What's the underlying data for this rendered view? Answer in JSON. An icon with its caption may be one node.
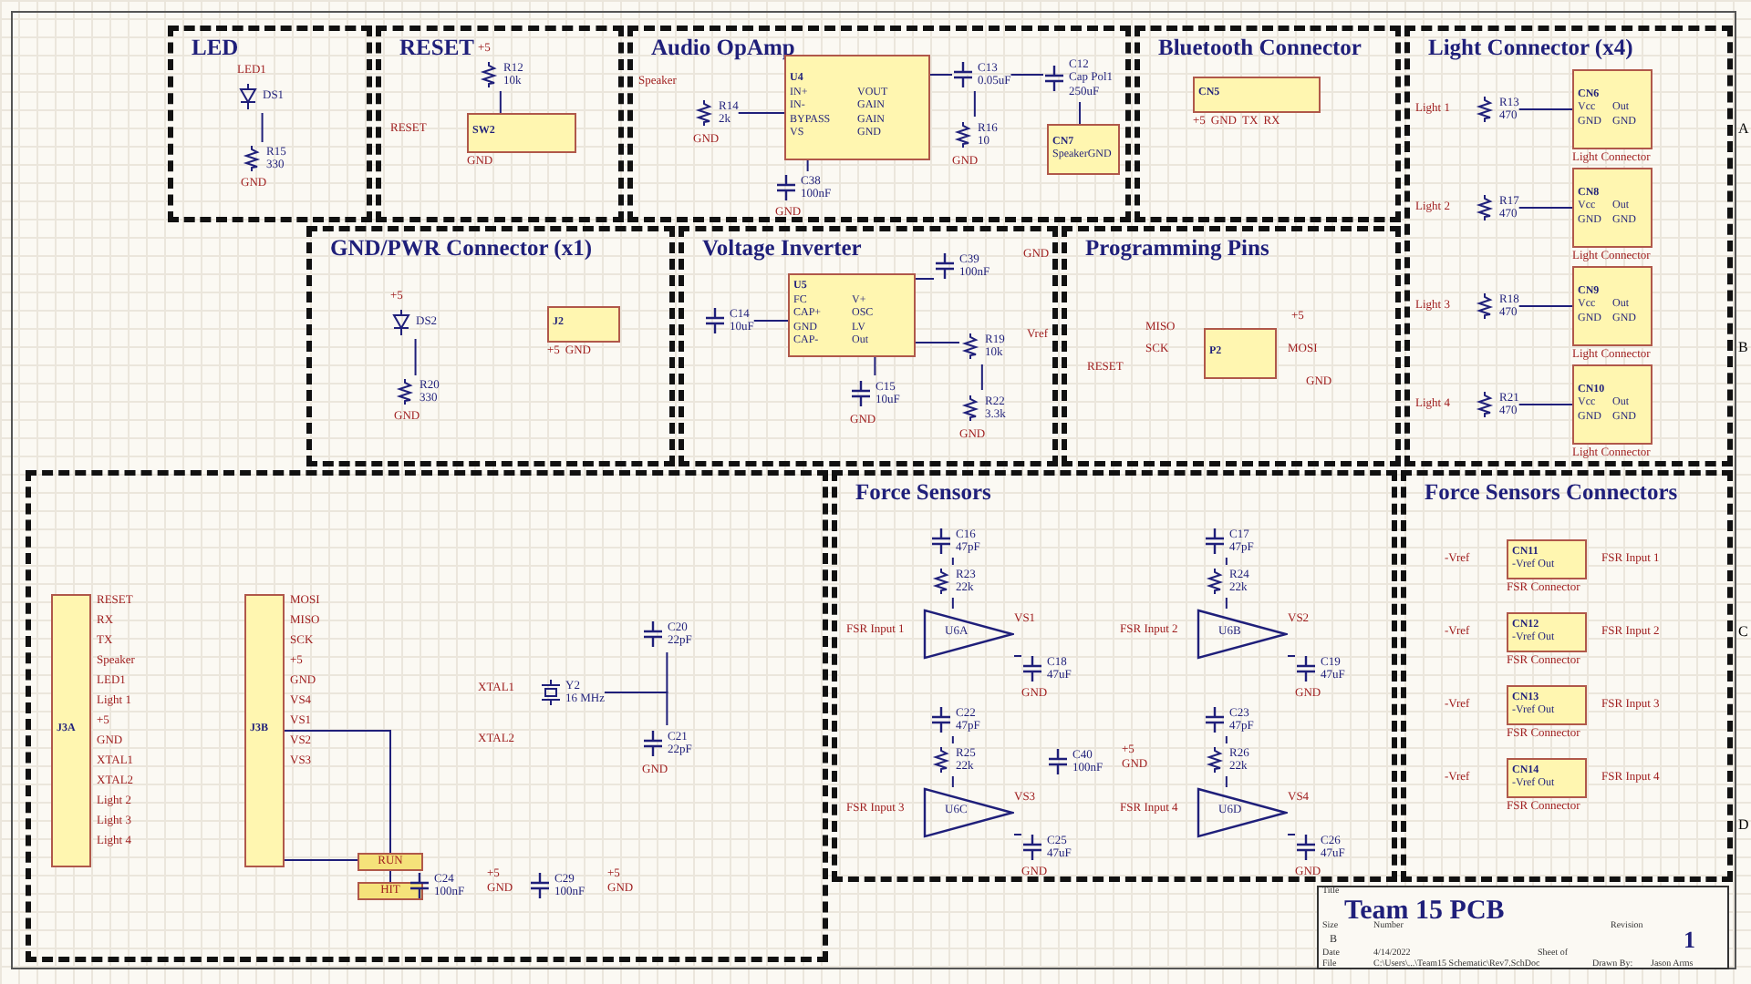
{
  "diagram": {
    "title": "Team 15 PCB",
    "nodes": [
      {
        "text": [
          "LED"
        ]
      },
      {
        "text": [
          "RESET"
        ]
      },
      {
        "text": [
          "Audio OpAmp"
        ]
      },
      {
        "text": [
          "Bluetooth Connector"
        ]
      },
      {
        "text": [
          "Light Connector (x4)"
        ]
      },
      {
        "text": [
          "GND/PWR Connector (x1)"
        ]
      },
      {
        "text": [
          "Voltage Inverter"
        ]
      },
      {
        "text": [
          "Programming Pins"
        ]
      },
      {
        "text": [],
        "shape": "box"
      },
      {
        "text": [
          "Force Sensors"
        ]
      },
      {
        "text": [
          "Force Sensors Connectors"
        ]
      },
      {
        "text": [
          "DS1"
        ],
        "in": 0,
        "beside": [
          "LED1"
        ]
      },
      {
        "text": [
          "R15",
          "330"
        ],
        "in": 0,
        "beside": [
          "GND"
        ]
      },
      {
        "text": [
          "R12",
          "10k"
        ],
        "in": 1,
        "beside": [
          "+5"
        ]
      },
      {
        "text": [
          "SW2"
        ],
        "in": 1,
        "beside": [
          "GND"
        ]
      },
      {
        "text": [
          "R14",
          "2k"
        ],
        "in": 2,
        "beside": [
          "GND"
        ]
      },
      {
        "text": [
          "U4",
          "IN+",
          "VOUT",
          "IN-",
          "GAIN",
          "BYPASS",
          "GAIN",
          "VS",
          "GND"
        ],
        "in": 2
      },
      {
        "text": [
          "C38",
          "100nF"
        ],
        "in": 2,
        "beside": [
          "GND"
        ]
      },
      {
        "text": [
          "C13",
          "0.05uF"
        ],
        "in": 2
      },
      {
        "text": [
          "R16",
          "10"
        ],
        "in": 2,
        "beside": [
          "GND"
        ]
      },
      {
        "text": [
          "C12",
          "Cap Pol1",
          "250uF"
        ],
        "in": 2
      },
      {
        "text": [
          "CN7",
          "Speaker",
          "GND"
        ],
        "in": 2
      },
      {
        "text": [
          "CN5"
        ],
        "in": 3,
        "beside": [
          "+5",
          "GND",
          "TX",
          "RX"
        ]
      },
      {
        "text": [
          "R13",
          "470"
        ],
        "in": 4
      },
      {
        "text": [
          "R17",
          "470"
        ],
        "in": 4
      },
      {
        "text": [
          "R18",
          "470"
        ],
        "in": 4
      },
      {
        "text": [
          "R21",
          "470"
        ],
        "in": 4
      },
      {
        "text": [
          "CN6",
          "Vcc",
          "Out",
          "GND",
          "GND"
        ],
        "in": 4,
        "beside": [
          "Light Connector"
        ]
      },
      {
        "text": [
          "CN8",
          "Vcc",
          "Out",
          "GND",
          "GND"
        ],
        "in": 4,
        "beside": [
          "Light Connector"
        ]
      },
      {
        "text": [
          "CN9",
          "Vcc",
          "Out",
          "GND",
          "GND"
        ],
        "in": 4,
        "beside": [
          "Light Connector"
        ]
      },
      {
        "text": [
          "CN10",
          "Vcc",
          "Out",
          "GND",
          "GND"
        ],
        "in": 4,
        "beside": [
          "Light Connector"
        ]
      },
      {
        "text": [
          "DS2"
        ],
        "in": 5,
        "beside": [
          "+5"
        ]
      },
      {
        "text": [
          "R20",
          "330"
        ],
        "in": 5,
        "beside": [
          "GND"
        ]
      },
      {
        "text": [
          "J2"
        ],
        "in": 5,
        "beside": [
          "+5",
          "GND"
        ]
      },
      {
        "text": [
          "U5",
          "FC",
          "V+",
          "CAP+",
          "OSC",
          "GND",
          "LV",
          "CAP-",
          "Out"
        ],
        "in": 6
      },
      {
        "text": [
          "C14",
          "10uF"
        ],
        "in": 6
      },
      {
        "text": [
          "C39",
          "100nF"
        ],
        "in": 6,
        "beside": [
          "GND"
        ]
      },
      {
        "text": [
          "C15",
          "10uF"
        ],
        "in": 6,
        "beside": [
          "GND"
        ]
      },
      {
        "text": [
          "R19",
          "10k"
        ],
        "in": 6,
        "beside": [
          "Vref"
        ]
      },
      {
        "text": [
          "R22",
          "3.3k"
        ],
        "in": 6,
        "beside": [
          "GND"
        ]
      },
      {
        "text": [
          "P2"
        ],
        "in": 7
      },
      {
        "text": [
          "J3A"
        ],
        "in": 8,
        "beside": [
          "RESET",
          "RX",
          "TX",
          "Speaker",
          "LED1",
          "Light 1",
          "+5",
          "GND",
          "XTAL1",
          "XTAL2",
          "Light 2",
          "Light 3",
          "Light 4"
        ]
      },
      {
        "text": [
          "J3B"
        ],
        "in": 8,
        "beside": [
          "MOSI",
          "MISO",
          "SCK",
          "+5",
          "GND",
          "VS4",
          "VS1",
          "VS2",
          "VS3"
        ]
      },
      {
        "text": [
          "RUN"
        ],
        "in": 8
      },
      {
        "text": [
          "HIT"
        ],
        "in": 8
      },
      {
        "text": [
          "Y2",
          "16 MHz"
        ],
        "in": 8
      },
      {
        "text": [
          "C20",
          "22pF"
        ],
        "in": 8
      },
      {
        "text": [
          "C21",
          "22pF"
        ],
        "in": 8,
        "beside": [
          "GND"
        ]
      },
      {
        "text": [
          "C24",
          "100nF"
        ],
        "in": 8,
        "beside": [
          "+5",
          "GND"
        ]
      },
      {
        "text": [
          "C29",
          "100nF"
        ],
        "in": 8,
        "beside": [
          "+5",
          "GND"
        ]
      },
      {
        "text": [
          "U6A"
        ],
        "in": 9
      },
      {
        "text": [
          "U6B"
        ],
        "in": 9
      },
      {
        "text": [
          "U6C"
        ],
        "in": 9
      },
      {
        "text": [
          "U6D"
        ],
        "in": 9
      },
      {
        "text": [
          "C16",
          "47pF"
        ],
        "in": 9
      },
      {
        "text": [
          "C17",
          "47pF"
        ],
        "in": 9
      },
      {
        "text": [
          "C22",
          "47pF"
        ],
        "in": 9
      },
      {
        "text": [
          "C23",
          "47pF"
        ],
        "in": 9
      },
      {
        "text": [
          "R23",
          "22k"
        ],
        "in": 9
      },
      {
        "text": [
          "R24",
          "22k"
        ],
        "in": 9
      },
      {
        "text": [
          "R25",
          "22k"
        ],
        "in": 9
      },
      {
        "text": [
          "R26",
          "22k"
        ],
        "in": 9
      },
      {
        "text": [
          "C18",
          "47uF"
        ],
        "in": 9,
        "beside": [
          "GND"
        ]
      },
      {
        "text": [
          "C19",
          "47uF"
        ],
        "in": 9,
        "beside": [
          "GND"
        ]
      },
      {
        "text": [
          "C25",
          "47uF"
        ],
        "in": 9,
        "beside": [
          "GND"
        ]
      },
      {
        "text": [
          "C26",
          "47uF"
        ],
        "in": 9,
        "beside": [
          "GND"
        ]
      },
      {
        "text": [
          "C40",
          "100nF"
        ],
        "in": 9,
        "beside": [
          "+5",
          "GND"
        ]
      },
      {
        "text": [
          "CN11",
          "-Vref Out"
        ],
        "in": 10,
        "beside": [
          "FSR Connector"
        ]
      },
      {
        "text": [
          "CN12",
          "-Vref Out"
        ],
        "in": 10,
        "beside": [
          "FSR Connector"
        ]
      },
      {
        "text": [
          "CN13",
          "-Vref Out"
        ],
        "in": 10,
        "beside": [
          "FSR Connector"
        ]
      },
      {
        "text": [
          "CN14",
          "-Vref Out"
        ],
        "in": 10,
        "beside": [
          "FSR Connector"
        ]
      },
      {
        "text": [
          "Title",
          "Size",
          "B",
          "Number",
          "Revision",
          "1",
          "Date",
          "4/14/2022",
          "Sheet of",
          "File",
          "C:\\Users\\...\\Team15 Schematic\\Rev7.SchDoc",
          "Drawn By:",
          "Jason Arms"
        ]
      }
    ],
    "edges": [
      {
        "from": 11,
        "to": 12,
        "arrow": "none"
      },
      {
        "from": 13,
        "to": 14,
        "arrow": "none"
      },
      {
        "from": 15,
        "to": 16,
        "arrow": "none"
      },
      {
        "from": 17,
        "to": 16,
        "arrow": "none"
      },
      {
        "from": 16,
        "to": 18,
        "arrow": "none"
      },
      {
        "from": 18,
        "to": 19,
        "arrow": "none"
      },
      {
        "from": 18,
        "to": 20,
        "arrow": "none"
      },
      {
        "from": 20,
        "to": 21,
        "arrow": "none"
      },
      {
        "from": 23,
        "to": 27,
        "arrow": "none"
      },
      {
        "from": 24,
        "to": 28,
        "arrow": "none"
      },
      {
        "from": 25,
        "to": 29,
        "arrow": "none"
      },
      {
        "from": 26,
        "to": 30,
        "arrow": "none"
      },
      {
        "from": 31,
        "to": 32,
        "arrow": "none"
      },
      {
        "from": 35,
        "to": 34,
        "arrow": "none"
      },
      {
        "from": 34,
        "to": 36,
        "arrow": "none"
      },
      {
        "from": 34,
        "to": 37,
        "arrow": "none"
      },
      {
        "from": 34,
        "to": 38,
        "arrow": "none"
      },
      {
        "from": 38,
        "to": 39,
        "arrow": "none"
      },
      {
        "from": 42,
        "to": 43,
        "arrow": "none"
      },
      {
        "from": 42,
        "to": 44,
        "arrow": "none"
      },
      {
        "from": 45,
        "to": 46,
        "arrow": "none"
      },
      {
        "from": 45,
        "to": 47,
        "arrow": "none"
      },
      {
        "from": 54,
        "to": 58,
        "arrow": "none"
      },
      {
        "from": 58,
        "to": 50,
        "arrow": "none"
      },
      {
        "from": 50,
        "to": 62,
        "arrow": "none"
      },
      {
        "from": 55,
        "to": 59,
        "arrow": "none"
      },
      {
        "from": 59,
        "to": 51,
        "arrow": "none"
      },
      {
        "from": 51,
        "to": 63,
        "arrow": "none"
      },
      {
        "from": 56,
        "to": 60,
        "arrow": "none"
      },
      {
        "from": 60,
        "to": 52,
        "arrow": "none"
      },
      {
        "from": 52,
        "to": 64,
        "arrow": "none"
      },
      {
        "from": 57,
        "to": 61,
        "arrow": "none"
      },
      {
        "from": 61,
        "to": 53,
        "arrow": "none"
      },
      {
        "from": 53,
        "to": 65,
        "arrow": "none"
      }
    ],
    "labels": [
      "RESET",
      "Speaker",
      "MISO",
      "SCK",
      "RESET",
      "MOSI",
      "+5",
      "GND",
      "Light 1",
      "Light 2",
      "Light 3",
      "Light 4",
      "XTAL1",
      "XTAL2",
      "FSR Input 1",
      "FSR Input 2",
      "FSR Input 3",
      "FSR Input 4",
      "VS1",
      "VS2",
      "VS3",
      "VS4",
      "-Vref",
      "-Vref",
      "-Vref",
      "-Vref",
      "FSR Input 1",
      "FSR Input 2",
      "FSR Input 3",
      "FSR Input 4",
      "A",
      "B",
      "C",
      "D"
    ]
  }
}
